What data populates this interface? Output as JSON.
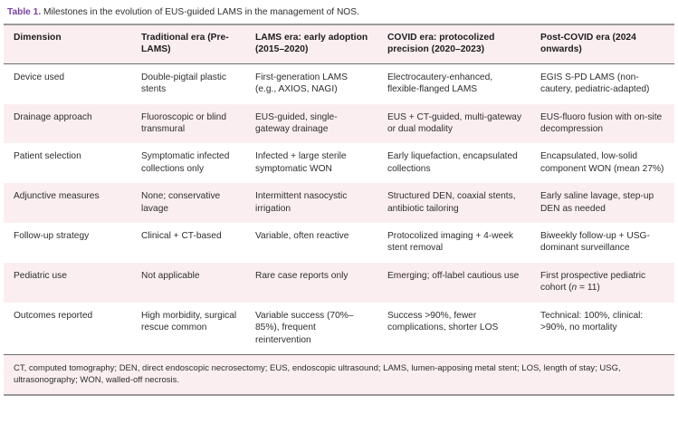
{
  "caption": {
    "label": "Table 1.",
    "text": "Milestones in the evolution of EUS-guided LAMS in the management of NOS."
  },
  "colors": {
    "accent": "#7b3fa0",
    "header_bg": "#fbeef1",
    "row_alt_bg": "#fbeef1",
    "row_bg": "#ffffff",
    "rule_strong": "#9a9a9a",
    "rule_inner": "#6e6e6e",
    "text": "#2e2e2e"
  },
  "table": {
    "headers": [
      "Dimension",
      "Traditional era (Pre-LAMS)",
      "LAMS era: early adoption (2015–2020)",
      "COVID era: protocolized precision (2020–2023)",
      "Post-COVID era (2024 onwards)"
    ],
    "rows": [
      {
        "dimension": "Device used",
        "traditional": "Double-pigtail plastic stents",
        "lams_era": "First-generation LAMS (e.g., AXIOS, NAGI)",
        "covid_era": "Electrocautery-enhanced, flexible-flanged LAMS",
        "post_covid": "EGIS S-PD LAMS (non-cautery, pediatric-adapted)"
      },
      {
        "dimension": "Drainage approach",
        "traditional": "Fluoroscopic or blind transmural",
        "lams_era": "EUS-guided, single-gateway drainage",
        "covid_era": "EUS + CT-guided, multi-gateway or dual modality",
        "post_covid": "EUS-fluoro fusion with on-site decompression"
      },
      {
        "dimension": "Patient selection",
        "traditional": "Symptomatic infected collections only",
        "lams_era": "Infected + large sterile symptomatic WON",
        "covid_era": "Early liquefaction, encapsulated collections",
        "post_covid": "Encapsulated, low-solid component WON (mean 27%)"
      },
      {
        "dimension": "Adjunctive measures",
        "traditional": "None; conservative lavage",
        "lams_era": "Intermittent nasocystic irrigation",
        "covid_era": "Structured DEN, coaxial stents, antibiotic tailoring",
        "post_covid": "Early saline lavage, step-up DEN as needed"
      },
      {
        "dimension": "Follow-up strategy",
        "traditional": "Clinical + CT-based",
        "lams_era": "Variable, often reactive",
        "covid_era": "Protocolized imaging + 4-week stent removal",
        "post_covid": "Biweekly follow-up + USG-dominant surveillance"
      },
      {
        "dimension": "Pediatric use",
        "traditional": "Not applicable",
        "lams_era": "Rare case reports only",
        "covid_era": "Emerging; off-label cautious use",
        "post_covid_pre": "First prospective pediatric cohort (",
        "post_covid_italic": "n",
        "post_covid_post": " = 11)"
      },
      {
        "dimension": "Outcomes reported",
        "traditional": "High morbidity, surgical rescue common",
        "lams_era": "Variable success (70%–85%), frequent reintervention",
        "covid_era": "Success >90%, fewer complications, shorter LOS",
        "post_covid": "Technical: 100%, clinical: >90%, no mortality"
      }
    ]
  },
  "footnote": {
    "text": "CT, computed tomography; DEN, direct endoscopic necrosectomy; EUS, endoscopic ultrasound; LAMS, lumen-apposing metal stent; LOS, length of stay; USG, ultrasonography; WON, walled-off necrosis."
  }
}
